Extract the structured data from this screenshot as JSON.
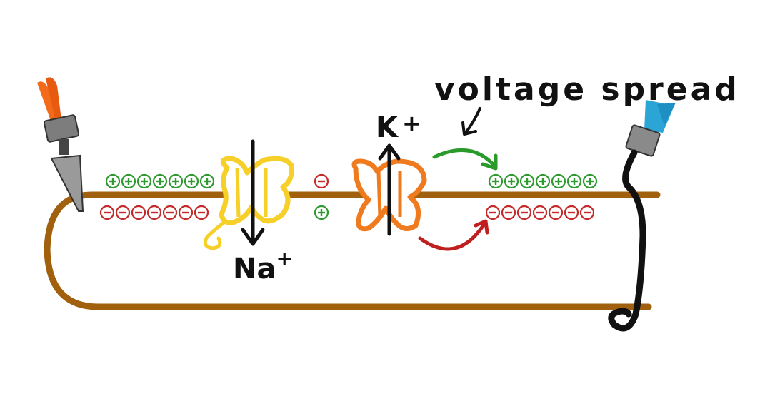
{
  "labels": {
    "na": "Na",
    "na_sup": "+",
    "k": "K",
    "k_sup": "+",
    "voltage_spread": "voltage spread"
  },
  "symbols": {
    "plus": "+",
    "minus": "−"
  },
  "charge_counts": {
    "left_outside_plus": 7,
    "left_inside_minus": 7,
    "middle_outside_minus": 1,
    "middle_inside_plus": 1,
    "right_outside_plus": 7,
    "right_inside_minus": 7
  },
  "colors": {
    "membrane": "#a0600e",
    "na_channel": "#f6cf28",
    "k_channel": "#f07a1e",
    "positive_charge": "#2f9a2f",
    "negative_charge": "#c42a2a",
    "green_arrow": "#2a9a2a",
    "red_arrow": "#c01f1f",
    "electrode_left_tip": "#f26a1a",
    "electrode_right_tip": "#2aa5d5",
    "electrode_body": "#8a8a8a",
    "wire": "#111111"
  }
}
